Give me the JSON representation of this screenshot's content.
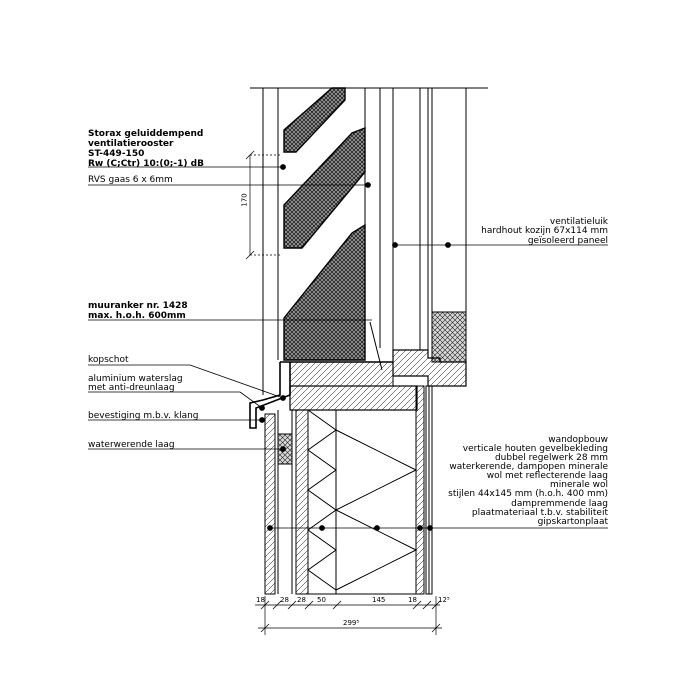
{
  "labels": {
    "storax_line1": "Storax geluiddempend",
    "storax_line2": "ventilatierooster",
    "storax_line3": "ST-449-150",
    "storax_line4": "Rw (C;Ctr) 10:(0;-1) dB",
    "rvs": "RVS gaas 6 x 6mm",
    "muuranker_line1": "muuranker nr. 1428",
    "muuranker_line2": "max. h.o.h. 600mm",
    "kopschot": "kopschot",
    "waterslag_line1": "aluminium waterslag",
    "waterslag_line2": "met anti-dreunlaag",
    "bevestiging": "bevestiging m.b.v. klang",
    "waterwerend": "waterwerende laag",
    "luik_line1": "ventilatieluik",
    "luik_line2": "hardhout kozijn 67x114 mm",
    "luik_line3": "geïsoleerd paneel",
    "wand_line1": "wandopbouw",
    "wand_line2": "verticale houten gevelbekleding",
    "wand_line3": "dubbel regelwerk 28 mm",
    "wand_line4": "waterkerende, dampopen minerale",
    "wand_line5": "wol met reflecterende laag",
    "wand_line6": "minerale wol",
    "wand_line7": "stijlen 44x145 mm (h.o.h. 400 mm)",
    "wand_line8": "dampremmende laag",
    "wand_line9": "plaatmateriaal t.b.v. stabiliteit",
    "wand_line10": "gipskartonplaat"
  },
  "dimensions": {
    "vertical_170": "170",
    "d18a": "18",
    "d28a": "28",
    "d28b": "28",
    "d50": "50",
    "d145": "145",
    "d18b": "18",
    "d12": "12⁵",
    "total": "299⁵"
  }
}
